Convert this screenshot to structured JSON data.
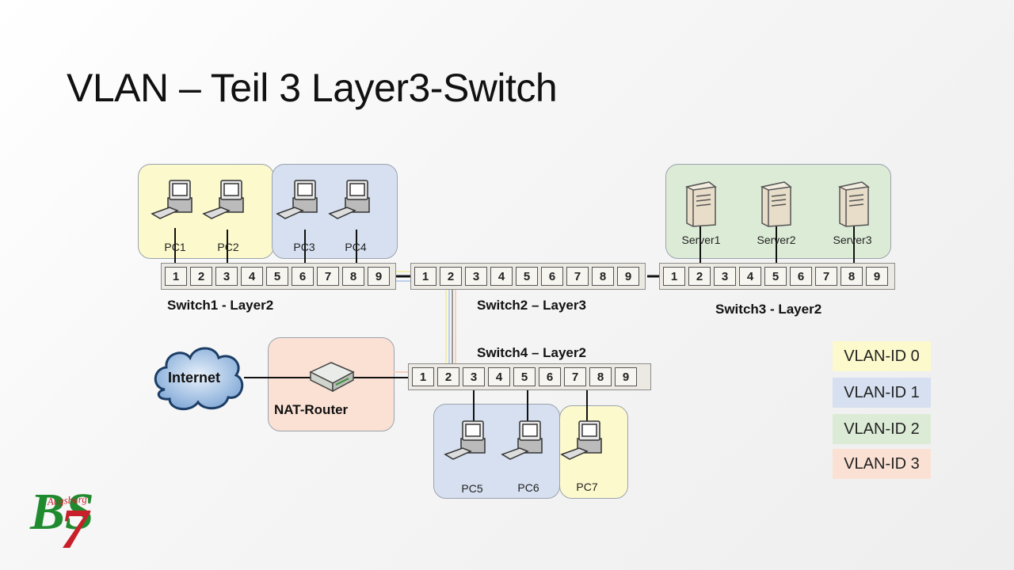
{
  "title": "VLAN – Teil 3 Layer3-Switch",
  "switches": {
    "s1": {
      "label": "Switch1 - Layer2",
      "ports": [
        "1",
        "2",
        "3",
        "4",
        "5",
        "6",
        "7",
        "8",
        "9"
      ]
    },
    "s2": {
      "label": "Switch2 – Layer3",
      "ports": [
        "1",
        "2",
        "3",
        "4",
        "5",
        "6",
        "7",
        "8",
        "9"
      ]
    },
    "s3": {
      "label": "Switch3 - Layer2",
      "ports": [
        "1",
        "2",
        "3",
        "4",
        "5",
        "6",
        "7",
        "8",
        "9"
      ]
    },
    "s4": {
      "label": "Switch4 – Layer2",
      "ports": [
        "1",
        "2",
        "3",
        "4",
        "5",
        "6",
        "7",
        "8",
        "9"
      ]
    }
  },
  "devices": {
    "pc1": "PC1",
    "pc2": "PC2",
    "pc3": "PC3",
    "pc4": "PC4",
    "pc5": "PC5",
    "pc6": "PC6",
    "pc7": "PC7",
    "server1": "Server1",
    "server2": "Server2",
    "server3": "Server3",
    "internet": "Internet",
    "router": "NAT-Router"
  },
  "legend": [
    {
      "label": "VLAN-ID 0",
      "color": "#fcf9cc"
    },
    {
      "label": "VLAN-ID 1",
      "color": "#d6e0f0"
    },
    {
      "label": "VLAN-ID 2",
      "color": "#dcebd6"
    },
    {
      "label": "VLAN-ID 3",
      "color": "#fbe1d4"
    }
  ],
  "logo": {
    "text": "BS7",
    "city": "Augsburg"
  }
}
